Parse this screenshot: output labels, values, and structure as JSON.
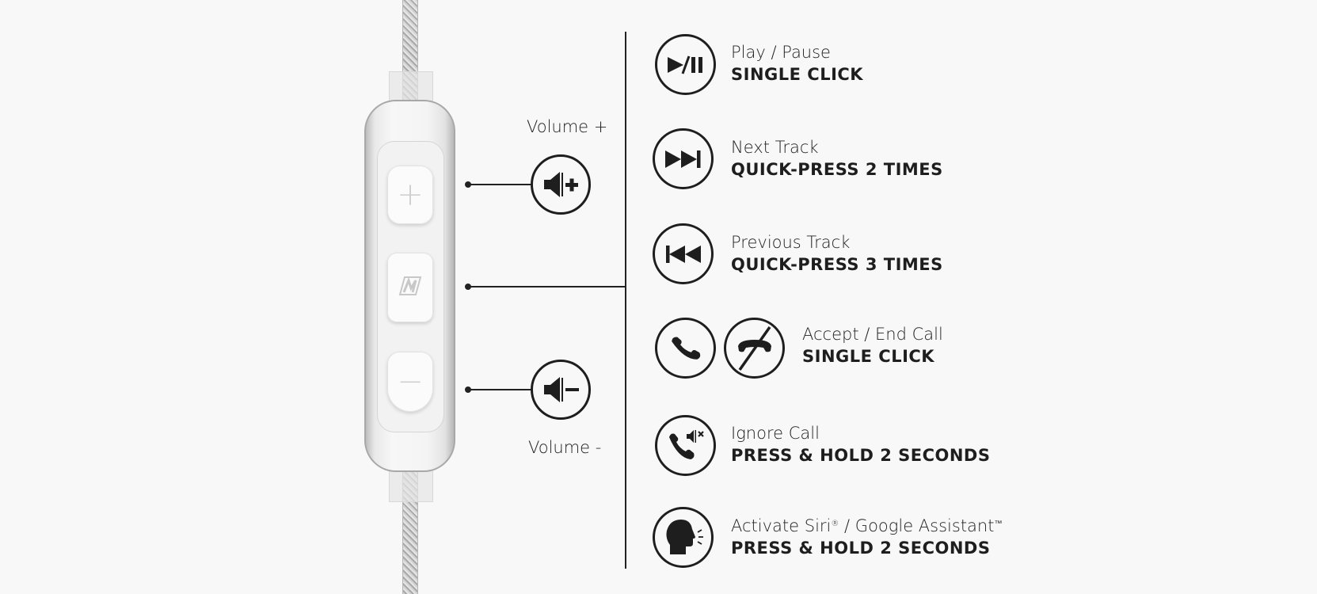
{
  "remote": {
    "buttons": [
      {
        "id": "volume-up",
        "glyph": "+"
      },
      {
        "id": "center",
        "glyph": "M"
      },
      {
        "id": "volume-down",
        "glyph": "−"
      }
    ]
  },
  "volume_labels": {
    "up": "Volume +",
    "down": "Volume -"
  },
  "functions": [
    {
      "icon": "play-pause-icon",
      "title": "Play / Pause",
      "action": "SINGLE CLICK"
    },
    {
      "icon": "next-track-icon",
      "title": "Next Track",
      "action": "QUICK-PRESS 2 TIMES"
    },
    {
      "icon": "previous-track-icon",
      "title": "Previous Track",
      "action": "QUICK-PRESS 3 TIMES"
    },
    {
      "icon": "accept-end-call-icon",
      "title": "Accept / End Call",
      "action": "SINGLE CLICK"
    },
    {
      "icon": "ignore-call-icon",
      "title": "Ignore Call",
      "action": "PRESS & HOLD 2 SECONDS"
    },
    {
      "icon": "voice-assistant-icon",
      "title_main": "Activate Siri",
      "title_reg": "®",
      "title_mid": " / Google Assistant",
      "title_tm": "™",
      "action": "PRESS & HOLD 2 SECONDS"
    }
  ],
  "colors": {
    "background": "#f8f8f8",
    "ink": "#1e1e1e"
  }
}
